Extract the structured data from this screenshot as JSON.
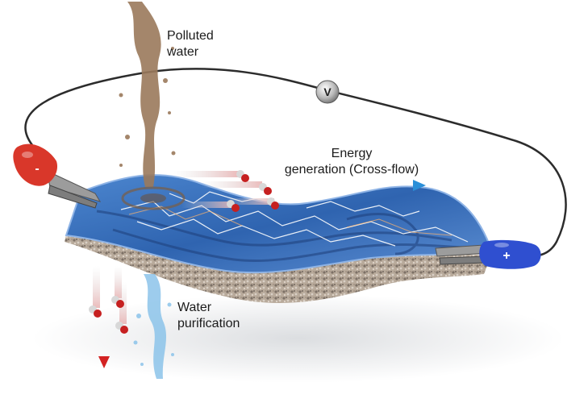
{
  "labels": {
    "polluted_line1": "Polluted",
    "polluted_line2": "water",
    "energy_line1": "Energy",
    "energy_line2": "generation (Cross-flow)",
    "water_line1": "Water",
    "water_line2": "purification"
  },
  "terminals": {
    "negative": "-",
    "positive": "+",
    "voltmeter": "V"
  },
  "colors": {
    "membrane": "#2f64b0",
    "substrate": "#b8aa9b",
    "wire": "#2c2c2c",
    "negative_clip": "#d9372a",
    "positive_clip": "#2f4fd0",
    "flow_arrow": "#2a8fd8",
    "drain_arrow": "#d32222",
    "polluted_water": "#9b7a5c",
    "clean_water": "#8cc4ea"
  }
}
